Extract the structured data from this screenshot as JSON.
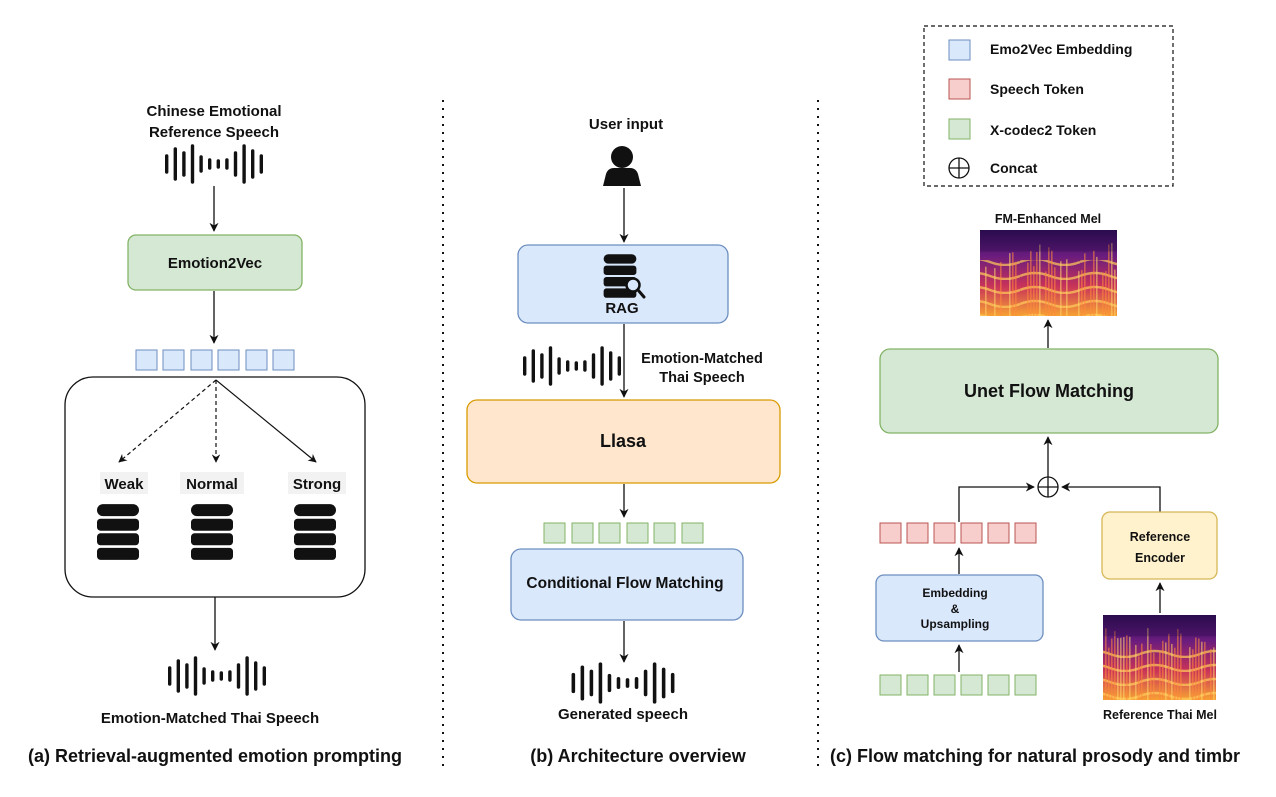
{
  "panel_a": {
    "input_label_line1": "Chinese Emotional",
    "input_label_line2": "Reference Speech",
    "encoder": "Emotion2Vec",
    "db_weak": "Weak",
    "db_normal": "Normal",
    "db_strong": "Strong",
    "output_label": "Emotion-Matched Thai Speech",
    "caption": "(a) Retrieval-augmented emotion prompting"
  },
  "panel_b": {
    "user_label": "User input",
    "rag": "RAG",
    "retrieved_line1": "Emotion-Matched",
    "retrieved_line2": "Thai Speech",
    "llm": "Llasa",
    "cfm": "Conditional Flow Matching",
    "output_label": "Generated speech",
    "caption": "(b) Architecture overview"
  },
  "panel_c": {
    "legend": [
      {
        "label": "Emo2Vec Embedding",
        "color": "#dae8fc",
        "stroke": "#6c8ebf"
      },
      {
        "label": "Speech Token",
        "color": "#f8cecc",
        "stroke": "#b85450"
      },
      {
        "label": "X-codec2 Token",
        "color": "#d5e8d4",
        "stroke": "#82b366"
      },
      {
        "label": "Concat",
        "icon": "circle-plus-icon"
      }
    ],
    "fm_mel_label": "FM-Enhanced Mel",
    "unet": "Unet Flow Matching",
    "embed_line1": "Embedding",
    "embed_line2": "&",
    "embed_line3": "Upsampling",
    "ref_enc_line1": "Reference",
    "ref_enc_line2": "Encoder",
    "ref_mel_label": "Reference Thai Mel",
    "caption": "(c) Flow matching for natural prosody and timbr"
  },
  "colors": {
    "blue_fill": "#dae8fc",
    "blue_stroke": "#6c8ebf",
    "green_fill": "#d5e8d4",
    "green_stroke": "#82b366",
    "orange_fill": "#ffe6cc",
    "orange_stroke": "#d79b00",
    "yellow_fill": "#fff2cc",
    "yellow_stroke": "#d6b656",
    "red_fill": "#f8cecc",
    "red_stroke": "#b85450"
  }
}
